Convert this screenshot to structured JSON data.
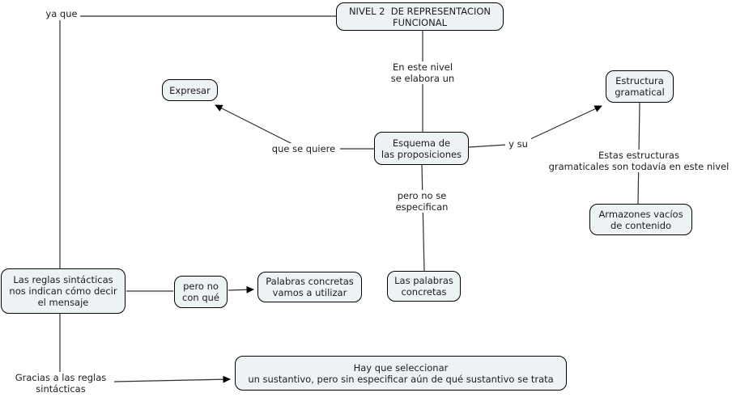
{
  "diagram": {
    "colors": {
      "background": "#ffffff",
      "node_fill": "#edf2f5",
      "node_border": "#000000",
      "connector_line": "#2f2f2f",
      "arrowhead": "#000000"
    },
    "nodes": {
      "nivel2": {
        "label": "NIVEL 2  DE REPRESENTACION\nFUNCIONAL"
      },
      "expresar": {
        "label": "Expresar"
      },
      "esquema": {
        "label": "Esquema de\nlas proposiciones"
      },
      "estructura": {
        "label": "Estructura\ngramatical"
      },
      "armazones": {
        "label": "Armazones vacíos\nde contenido"
      },
      "reglas": {
        "label": "Las reglas sintácticas\nnos indican cómo decir\nel mensaje"
      },
      "pero_no_con_que": {
        "label": "pero no\ncon qué"
      },
      "palabras_utilizar": {
        "label": "Palabras concretas\nvamos a utilizar"
      },
      "palabras_concretas": {
        "label": "Las palabras\nconcretas"
      },
      "hay_que": {
        "label": "Hay que seleccionar\nun sustantivo, pero sin especificar aún de qué sustantivo se trata"
      }
    },
    "link_labels": {
      "ya_que": "ya que",
      "en_este_nivel": "En este nivel\nse elabora un",
      "que_se_quiere": "que se quiere",
      "y_su": "y su",
      "estas_estructuras": "Estas estructuras\ngramaticales son todavía en este nivel",
      "pero_no_se": "pero no se\nespecifican",
      "gracias": "Gracias a las reglas\nsintácticas"
    }
  }
}
